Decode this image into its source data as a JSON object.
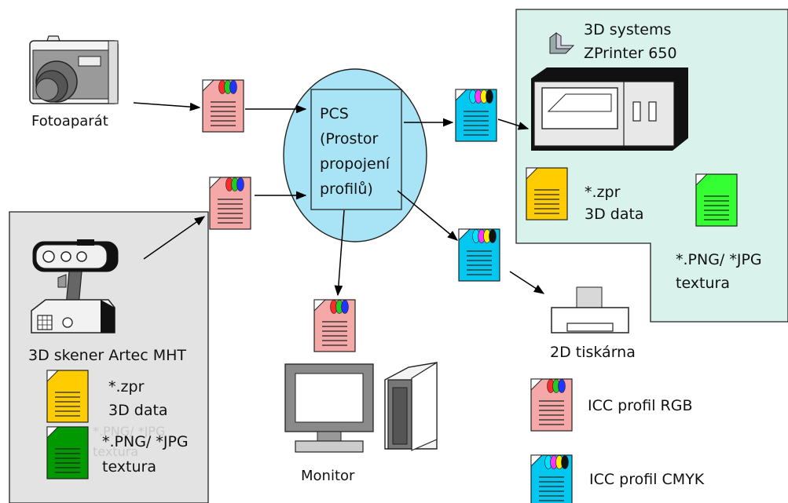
{
  "labels": {
    "camera": "Fotoaparát",
    "scanner": "3D skener Artec MHT",
    "printer_3d_line1": "3D  systems",
    "printer_3d_line2": "ZPrinter 650",
    "printer_2d": "2D tiskárna",
    "monitor": "Monitor",
    "pcs": [
      "PCS",
      "(Prostor",
      "propojení",
      "profilů)"
    ]
  },
  "file_types": {
    "zpr_ext": "*.zpr",
    "zpr_desc": "3D data",
    "png_ext": "*.PNG/ *JPG",
    "png_desc": "textura"
  },
  "legend": {
    "rgb": "ICC profil RGB",
    "cmyk": "ICC profil CMYK"
  },
  "ghost_text": [
    "*.PNG/ *JPG",
    "textura"
  ],
  "colors": {
    "rgb_profile": "#f4a9a8",
    "cmyk_profile": "#00c8f0",
    "zpr_file": "#ffcc00",
    "png_file_light": "#33ff33",
    "png_file_dark": "#009900",
    "pcs_ellipse": "#a8e4f5",
    "printer_zone": "#d9f2ec",
    "scanner_zone": "#e3e3e3"
  }
}
